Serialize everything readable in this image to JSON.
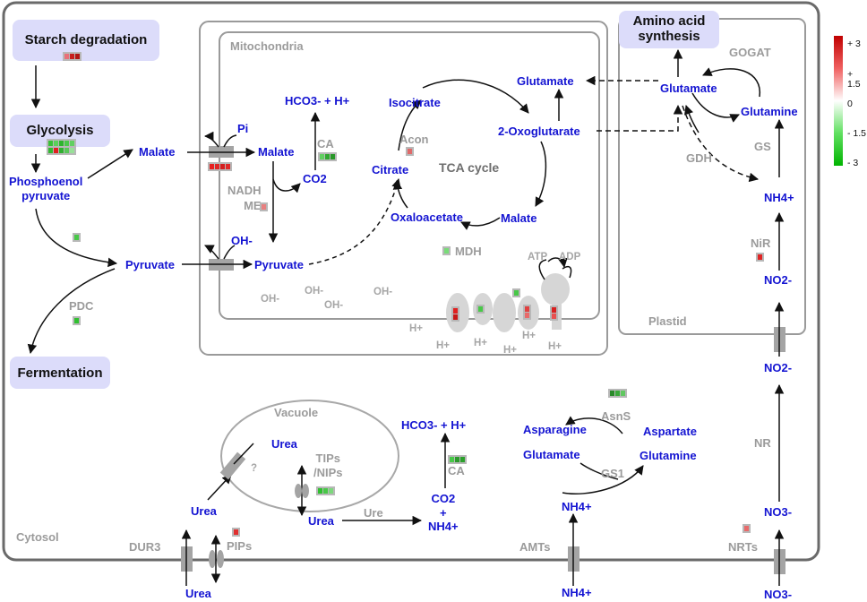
{
  "compartments": {
    "cytosol": "Cytosol",
    "mitochondria": "Mitochondria",
    "plastid": "Plastid",
    "vacuole": "Vacuole"
  },
  "pathways": {
    "starch_degradation": "Starch degradation",
    "glycolysis": "Glycolysis",
    "fermentation": "Fermentation",
    "amino_acid_synthesis": "Amino acid\nsynthesis",
    "tca_cycle": "TCA cycle"
  },
  "metabolites": {
    "phosphoenolpyruvate": "Phosphoenol\npyruvate",
    "malate_cyt": "Malate",
    "pyruvate_cyt": "Pyruvate",
    "pi": "Pi",
    "malate_mito": "Malate",
    "oh_mito": "OH-",
    "pyruvate_mito": "Pyruvate",
    "hco3_mito": "HCO3- + H+",
    "co2_mito": "CO2",
    "isocitrate": "Isocitrate",
    "citrate": "Citrate",
    "oxaloacetate": "Oxaloacetate",
    "malate_tca": "Malate",
    "oxoglutarate": "2-Oxoglutarate",
    "glutamate_mito": "Glutamate",
    "glutamate_plastid": "Glutamate",
    "glutamine_plastid": "Glutamine",
    "nh4_plastid": "NH4+",
    "no2_plastid": "NO2-",
    "no2_cyt": "NO2-",
    "no3_cyt": "NO3-",
    "no3_out": "NO3-",
    "urea_vac": "Urea",
    "urea_cyt": "Urea",
    "urea_out": "Urea",
    "urea_low": "Urea",
    "hco3_cyt": "HCO3- + H+",
    "co2_cyt": "CO2\n+\nNH4+",
    "asparagine": "Asparagine",
    "aspartate": "Aspartate",
    "glutamate_cyt": "Glutamate",
    "glutamine_cyt": "Glutamine",
    "nh4_cyt": "NH4+",
    "nh4_out": "NH4+"
  },
  "enzymes": {
    "ca_mito": "CA",
    "nadh_me": "NADH\nME",
    "acon": "Acon",
    "mdh": "MDH",
    "gogat": "GOGAT",
    "gs": "GS",
    "gdh": "GDH",
    "nir": "NiR",
    "nr": "NR",
    "pdc": "PDC",
    "tips_nips": "TIPs\n/NIPs",
    "ure": "Ure",
    "ca_cyt": "CA",
    "asns": "AsnS",
    "gs1": "GS1",
    "dur3": "DUR3",
    "pips": "PIPs",
    "amts": "AMTs",
    "nrts": "NRTs",
    "unknown": "?"
  },
  "ions": {
    "oh1": "OH-",
    "oh2": "OH-",
    "oh3": "OH-",
    "oh4": "OH-",
    "h1": "H+",
    "h2": "H+",
    "h3": "H+",
    "h4": "H+",
    "h5": "H+",
    "atp": "ATP",
    "adp": "ADP"
  },
  "legend": {
    "labels": [
      "+ 3",
      "+ 1.5",
      "0",
      "- 1.5",
      "- 3"
    ],
    "colors": {
      "high": "#c80000",
      "mid_high": "#f07070",
      "zero": "#ffffff",
      "mid_low": "#70e070",
      "low": "#00b000"
    }
  },
  "heatmaps": {
    "starch": [
      "#e8707a",
      "#c81e1e",
      "#b21414"
    ],
    "glycolysis_top": [
      "#38c038",
      "#5ad05a",
      "#2cb42c",
      "#48c848",
      "#60d060"
    ],
    "glycolysis_bot": [
      "#30b830",
      "#e02020",
      "#30b030",
      "#58c858",
      "#98e098"
    ],
    "malate_transporter": [
      "#e82020",
      "#e02626",
      "#d42020",
      "#e02a2a"
    ],
    "ca_mito": [
      "#60d060",
      "#30a830",
      "#289828"
    ],
    "me": [
      "#e88080"
    ],
    "acon": [
      "#e06a6a"
    ],
    "mdh": [
      "#78dc78"
    ],
    "pyruvate_kinase": [
      "#48c848"
    ],
    "pdc": [
      "#30c030"
    ],
    "nir": [
      "#e02424"
    ],
    "tips": [
      "#30c030",
      "#48c848",
      "#7cd87c"
    ],
    "ca_cyt": [
      "#48c848",
      "#2a9a2a",
      "#2ca02c"
    ],
    "asns": [
      "#2a8a2a",
      "#3aa83a",
      "#60c860"
    ],
    "pips": [
      "#e03030"
    ],
    "nrts": [
      "#e86a6a"
    ],
    "complex1": [
      "#e02020",
      "#c81818"
    ],
    "complex2": [
      "#48c848"
    ],
    "complex3": [
      "#e04040",
      "#e86a6a"
    ],
    "complex4": [
      "#d82020",
      "#e85050"
    ],
    "atp_synthase": [
      "#48c848"
    ]
  }
}
